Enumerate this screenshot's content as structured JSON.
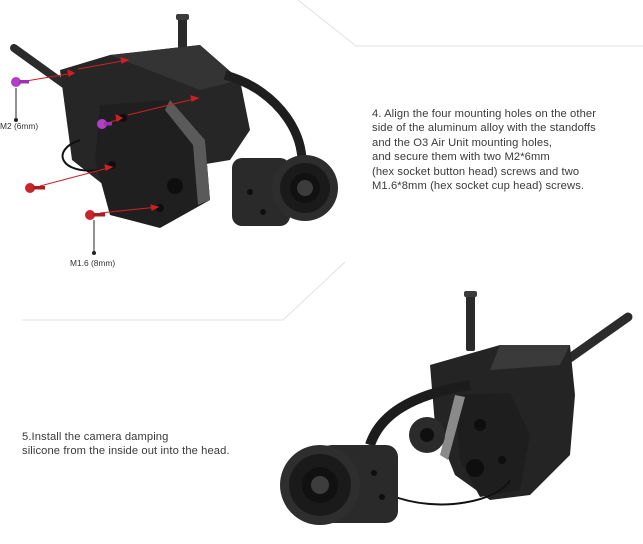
{
  "steps": {
    "step4": {
      "text": "4. Align the four mounting holes on the other\nside of the aluminum alloy with the standoffs\nand the O3 Air Unit mounting holes,\nand secure them with two M2*6mm\n(hex socket button head) screws and two\nM1.6*8mm (hex socket cup head) screws."
    },
    "step5": {
      "text": "5.Install the camera damping\nsilicone from the inside out into the head."
    }
  },
  "callouts": {
    "m2": "M2 (6mm)",
    "m16": "M1.6 (8mm)"
  },
  "colors": {
    "screw_m2": "#b23fc8",
    "screw_m16": "#c8262a",
    "arrow": "#d01f24",
    "divider": "#dcdcdc",
    "part_dark": "#232323",
    "part_mid": "#3a3a3a",
    "text": "#3a3a3a"
  }
}
